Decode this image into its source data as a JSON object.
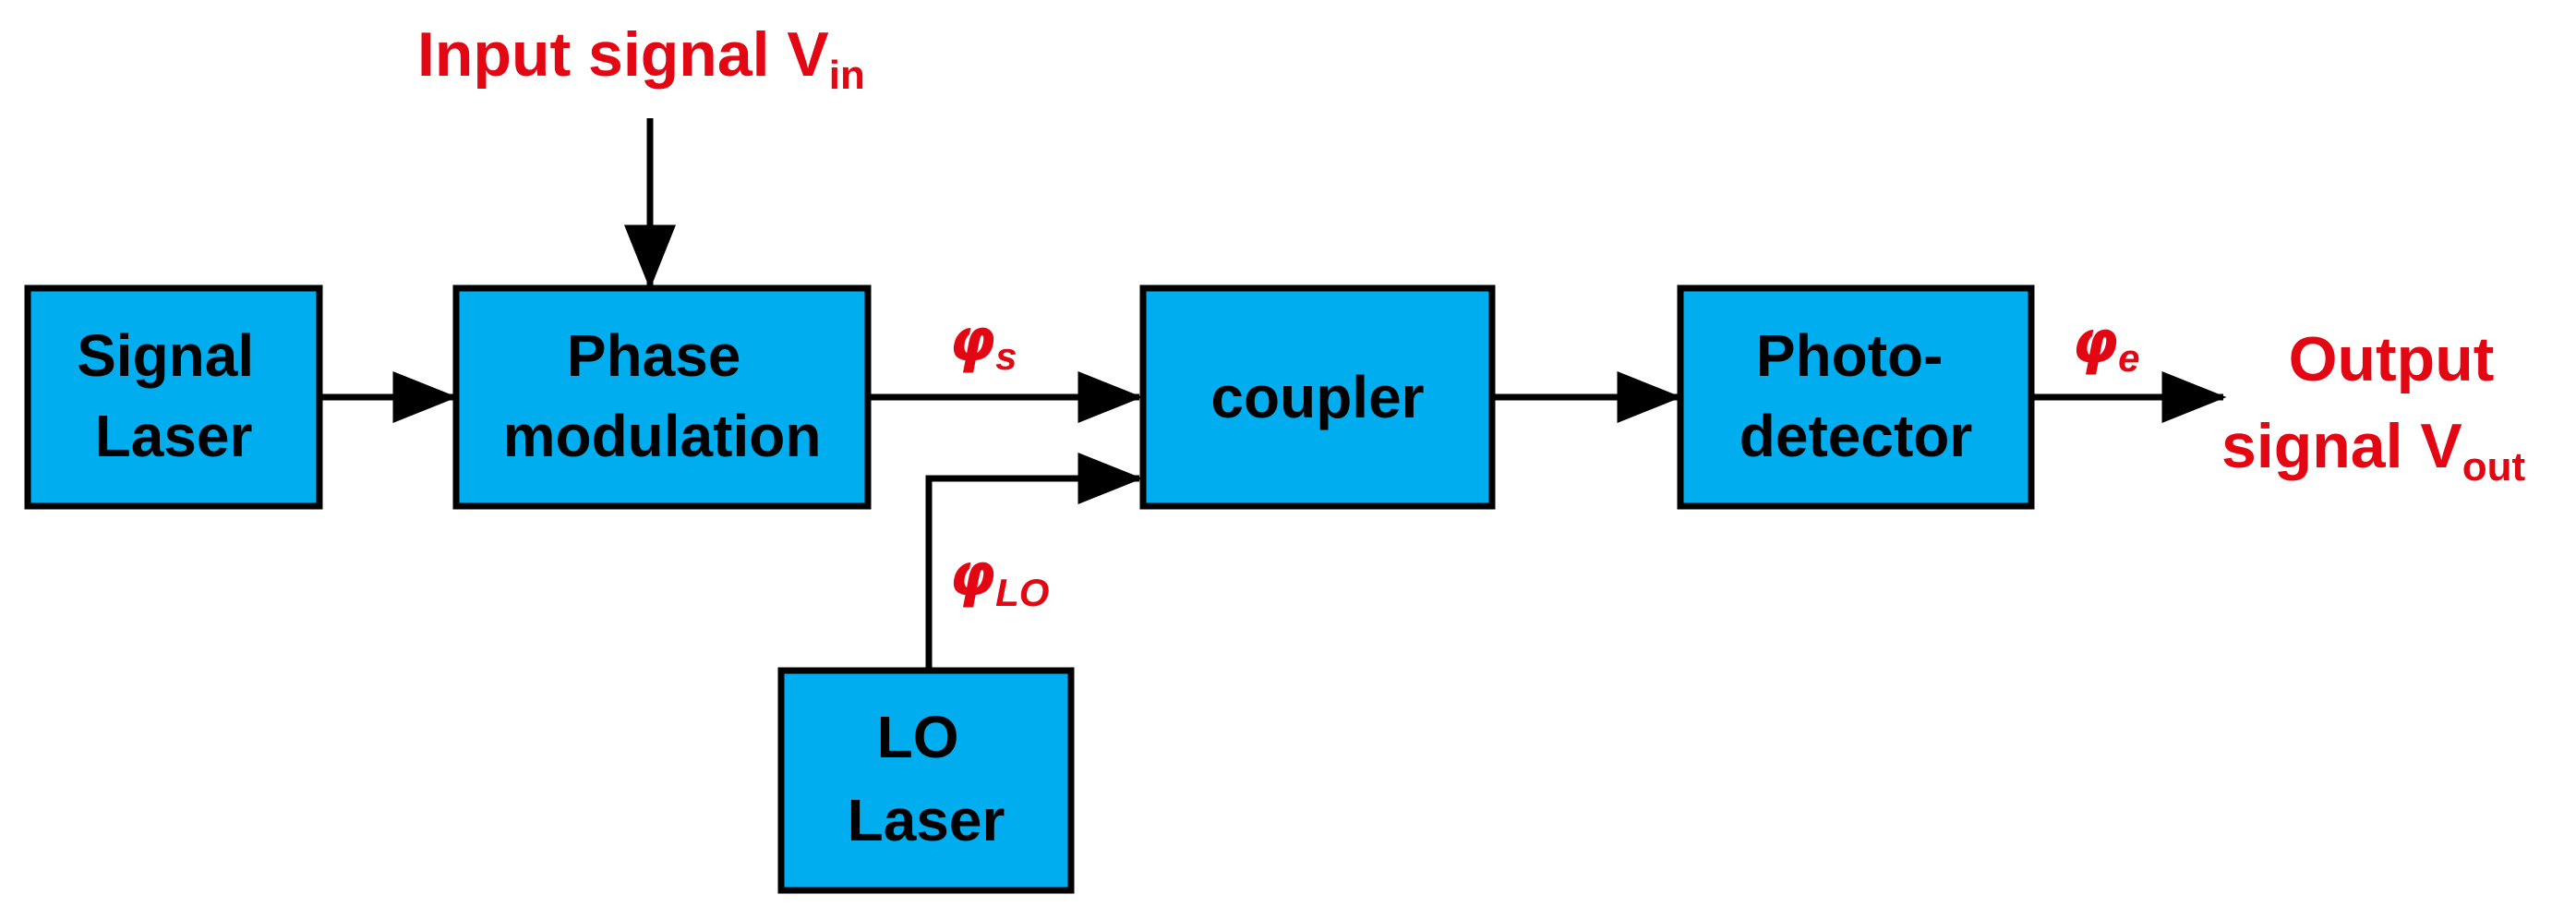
{
  "input": {
    "text": "Input signal V",
    "sub": "in"
  },
  "output": {
    "line1": "Output",
    "line2": "signal V",
    "sub": "out"
  },
  "blocks": {
    "signal_laser": {
      "line1": "Signal",
      "line2": "Laser"
    },
    "phase_modulation": {
      "line1": "Phase",
      "line2": "modulation"
    },
    "coupler": {
      "line1": "coupler"
    },
    "photodetector": {
      "line1": "Photo-",
      "line2": "detector"
    },
    "lo_laser": {
      "line1": "LO",
      "line2": "Laser"
    }
  },
  "signals": {
    "phi_s": {
      "symbol": "φ",
      "sub": "s"
    },
    "phi_lo": {
      "symbol": "φ",
      "sub": "LO"
    },
    "phi_e": {
      "symbol": "φ",
      "sub": "e"
    }
  },
  "colors": {
    "block_fill": "#00aeef",
    "label_red": "#e30613",
    "stroke": "#000000"
  }
}
